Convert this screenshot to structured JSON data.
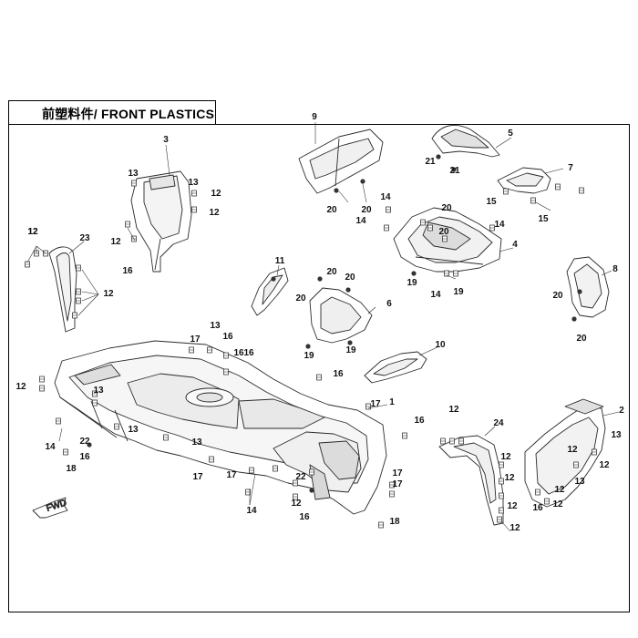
{
  "title": "前塑料件/ FRONT PLASTICS",
  "direction_label": "FWD",
  "labels": [
    {
      "id": "c3",
      "text": "3"
    },
    {
      "id": "c9",
      "text": "9"
    },
    {
      "id": "c5",
      "text": "5"
    },
    {
      "id": "c21a",
      "text": "21"
    },
    {
      "id": "c21b",
      "text": "21"
    },
    {
      "id": "c7",
      "text": "7"
    },
    {
      "id": "c15a",
      "text": "15"
    },
    {
      "id": "c15b",
      "text": "15"
    },
    {
      "id": "c12a",
      "text": "12"
    },
    {
      "id": "c13a",
      "text": "13"
    },
    {
      "id": "c13b",
      "text": "13"
    },
    {
      "id": "c12b",
      "text": "12"
    },
    {
      "id": "c12c",
      "text": "12"
    },
    {
      "id": "c12d",
      "text": "12"
    },
    {
      "id": "c13c",
      "text": "13"
    },
    {
      "id": "c16a",
      "text": "16"
    },
    {
      "id": "c20a",
      "text": "20"
    },
    {
      "id": "c20b",
      "text": "20"
    },
    {
      "id": "c14a",
      "text": "14"
    },
    {
      "id": "c14b",
      "text": "14"
    },
    {
      "id": "c20c",
      "text": "20"
    },
    {
      "id": "c20d",
      "text": "20"
    },
    {
      "id": "c14c",
      "text": "14"
    },
    {
      "id": "c4",
      "text": "4"
    },
    {
      "id": "c19a",
      "text": "19"
    },
    {
      "id": "c14d",
      "text": "14"
    },
    {
      "id": "c19b",
      "text": "19"
    },
    {
      "id": "c12e",
      "text": "12"
    },
    {
      "id": "c23",
      "text": "23"
    },
    {
      "id": "c12f",
      "text": "12"
    },
    {
      "id": "c11",
      "text": "11"
    },
    {
      "id": "c20e",
      "text": "20"
    },
    {
      "id": "c20f",
      "text": "20"
    },
    {
      "id": "c20g",
      "text": "20"
    },
    {
      "id": "c6",
      "text": "6"
    },
    {
      "id": "c19c",
      "text": "19"
    },
    {
      "id": "c19d",
      "text": "19"
    },
    {
      "id": "c8",
      "text": "8"
    },
    {
      "id": "c20h",
      "text": "20"
    },
    {
      "id": "c20i",
      "text": "20"
    },
    {
      "id": "c10",
      "text": "10"
    },
    {
      "id": "c17a",
      "text": "17"
    },
    {
      "id": "c16b",
      "text": "16"
    },
    {
      "id": "c16c",
      "text": "16"
    },
    {
      "id": "c16d",
      "text": "16"
    },
    {
      "id": "c16e",
      "text": "16"
    },
    {
      "id": "c17b",
      "text": "17"
    },
    {
      "id": "c1",
      "text": "1"
    },
    {
      "id": "c12g",
      "text": "12"
    },
    {
      "id": "c13d",
      "text": "13"
    },
    {
      "id": "c14e",
      "text": "14"
    },
    {
      "id": "c22a",
      "text": "22"
    },
    {
      "id": "c16f",
      "text": "16"
    },
    {
      "id": "c18a",
      "text": "18"
    },
    {
      "id": "c13e",
      "text": "13"
    },
    {
      "id": "c13f",
      "text": "13"
    },
    {
      "id": "c17c",
      "text": "17"
    },
    {
      "id": "c17d",
      "text": "17"
    },
    {
      "id": "c14f",
      "text": "14"
    },
    {
      "id": "c22b",
      "text": "22"
    },
    {
      "id": "c12h",
      "text": "12"
    },
    {
      "id": "c16g",
      "text": "16"
    },
    {
      "id": "c17e",
      "text": "17"
    },
    {
      "id": "c17f",
      "text": "17"
    },
    {
      "id": "c18b",
      "text": "18"
    },
    {
      "id": "c16h",
      "text": "16"
    },
    {
      "id": "c12i",
      "text": "12"
    },
    {
      "id": "c24",
      "text": "24"
    },
    {
      "id": "c2",
      "text": "2"
    },
    {
      "id": "c13g",
      "text": "13"
    },
    {
      "id": "c12j",
      "text": "12"
    },
    {
      "id": "c12k",
      "text": "12"
    },
    {
      "id": "c12l",
      "text": "12"
    },
    {
      "id": "c12m",
      "text": "12"
    },
    {
      "id": "c16i",
      "text": "16"
    },
    {
      "id": "c12n",
      "text": "12"
    },
    {
      "id": "c13h",
      "text": "13"
    },
    {
      "id": "c12o",
      "text": "12"
    },
    {
      "id": "c12p",
      "text": "12"
    },
    {
      "id": "c12q",
      "text": "12"
    }
  ]
}
